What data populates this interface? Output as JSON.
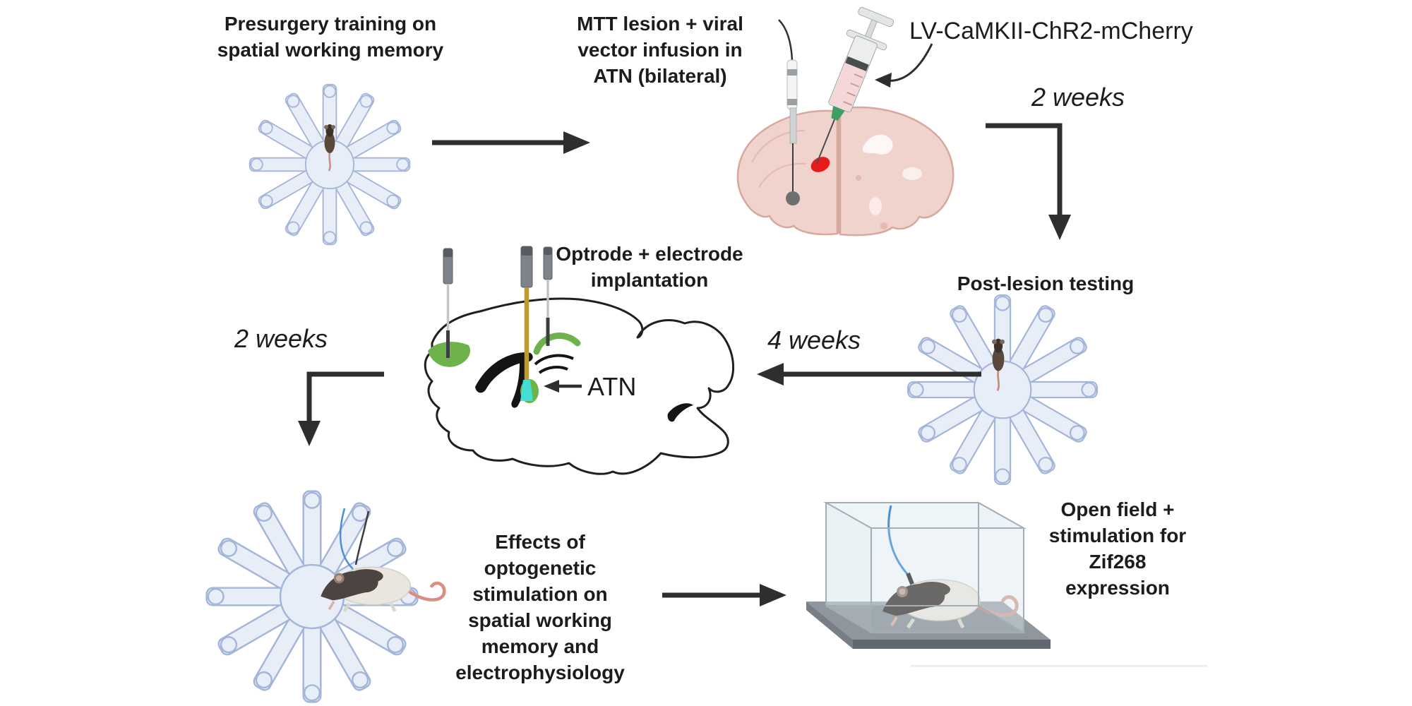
{
  "diagram": {
    "steps": {
      "presurgery": {
        "title": "Presurgery training on\nspatial working memory"
      },
      "surgery": {
        "title": "MTT lesion + viral\nvector infusion in\nATN (bilateral)",
        "viral_vector_label": "LV-CaMKII-ChR2-mCherry"
      },
      "post_lesion": {
        "title": "Post-lesion testing"
      },
      "implantation": {
        "title": "Optrode + electrode\nimplantation",
        "target_label": "ATN"
      },
      "optogenetic_effects": {
        "title": "Effects of\noptogenetic\nstimulation on\nspatial working\nmemory and\nelectrophysiology"
      },
      "open_field": {
        "title": "Open field +\nstimulation for\nZif268\nexpression"
      }
    },
    "intervals": {
      "after_surgery": "2 weeks",
      "after_post_lesion_testing": "4 weeks",
      "after_implantation": "2 weeks"
    },
    "figures": {
      "radial_arm_maze": "12-arm radial maze (top view)",
      "coronal_brain": "coronal rat brain with lesion electrode and syringe",
      "sagittal_brain": "sagittal rat brain with optrode and electrodes",
      "open_field_chamber": "transparent open-field box with tethered rat",
      "rat": "rat"
    }
  },
  "colors": {
    "text": "#1c1c1c",
    "arrow": "#2e2e2e",
    "maze_fill": "#e8eef8",
    "maze_stroke": "#a3b6d9",
    "brain_pink": "#f1d3cd",
    "brain_pink_outline": "#d8a79e",
    "infusion_red": "#e81b1b",
    "lesion_marker": "#6e6f71",
    "expression_green": "#6db24a",
    "optic_light_cyan": "#40e2de",
    "optrode_gold": "#c09a2d",
    "fiber_blue": "#4a90d9",
    "platform_gray": "#8f969d"
  }
}
